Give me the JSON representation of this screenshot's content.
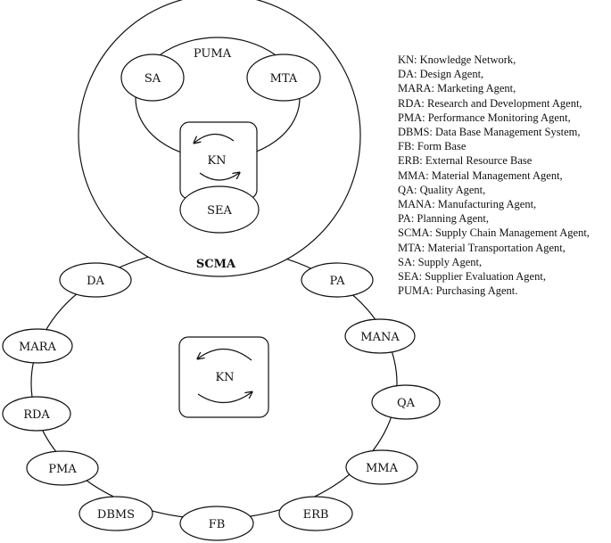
{
  "scma_label": "SCMA",
  "puma": {
    "label": "PUMA",
    "nodes": {
      "sa": "SA",
      "mta": "MTA",
      "kn": "KN",
      "sea": "SEA"
    }
  },
  "scma_ring": {
    "nodes": {
      "da": "DA",
      "pa": "PA",
      "mara": "MARA",
      "mana": "MANA",
      "rda": "RDA",
      "qa": "QA",
      "pma": "PMA",
      "mma": "MMA",
      "dbms": "DBMS",
      "fb": "FB",
      "erb": "ERB"
    },
    "kn": "KN"
  },
  "legend": [
    "KN: Knowledge Network,",
    "DA: Design Agent,",
    "MARA: Marketing Agent,",
    "RDA: Research and Development Agent,",
    "PMA: Performance Monitoring Agent,",
    "DBMS: Data Base Management System,",
    "FB: Form Base",
    "ERB: External Resource Base",
    "MMA: Material Management Agent,",
    "QA: Quality Agent,",
    "MANA: Manufacturing Agent,",
    "PA: Planning Agent,",
    "SCMA: Supply Chain Management Agent,",
    "MTA: Material Transportation Agent,",
    "SA: Supply Agent,",
    "SEA: Supplier Evaluation Agent,",
    "PUMA: Purchasing Agent."
  ]
}
